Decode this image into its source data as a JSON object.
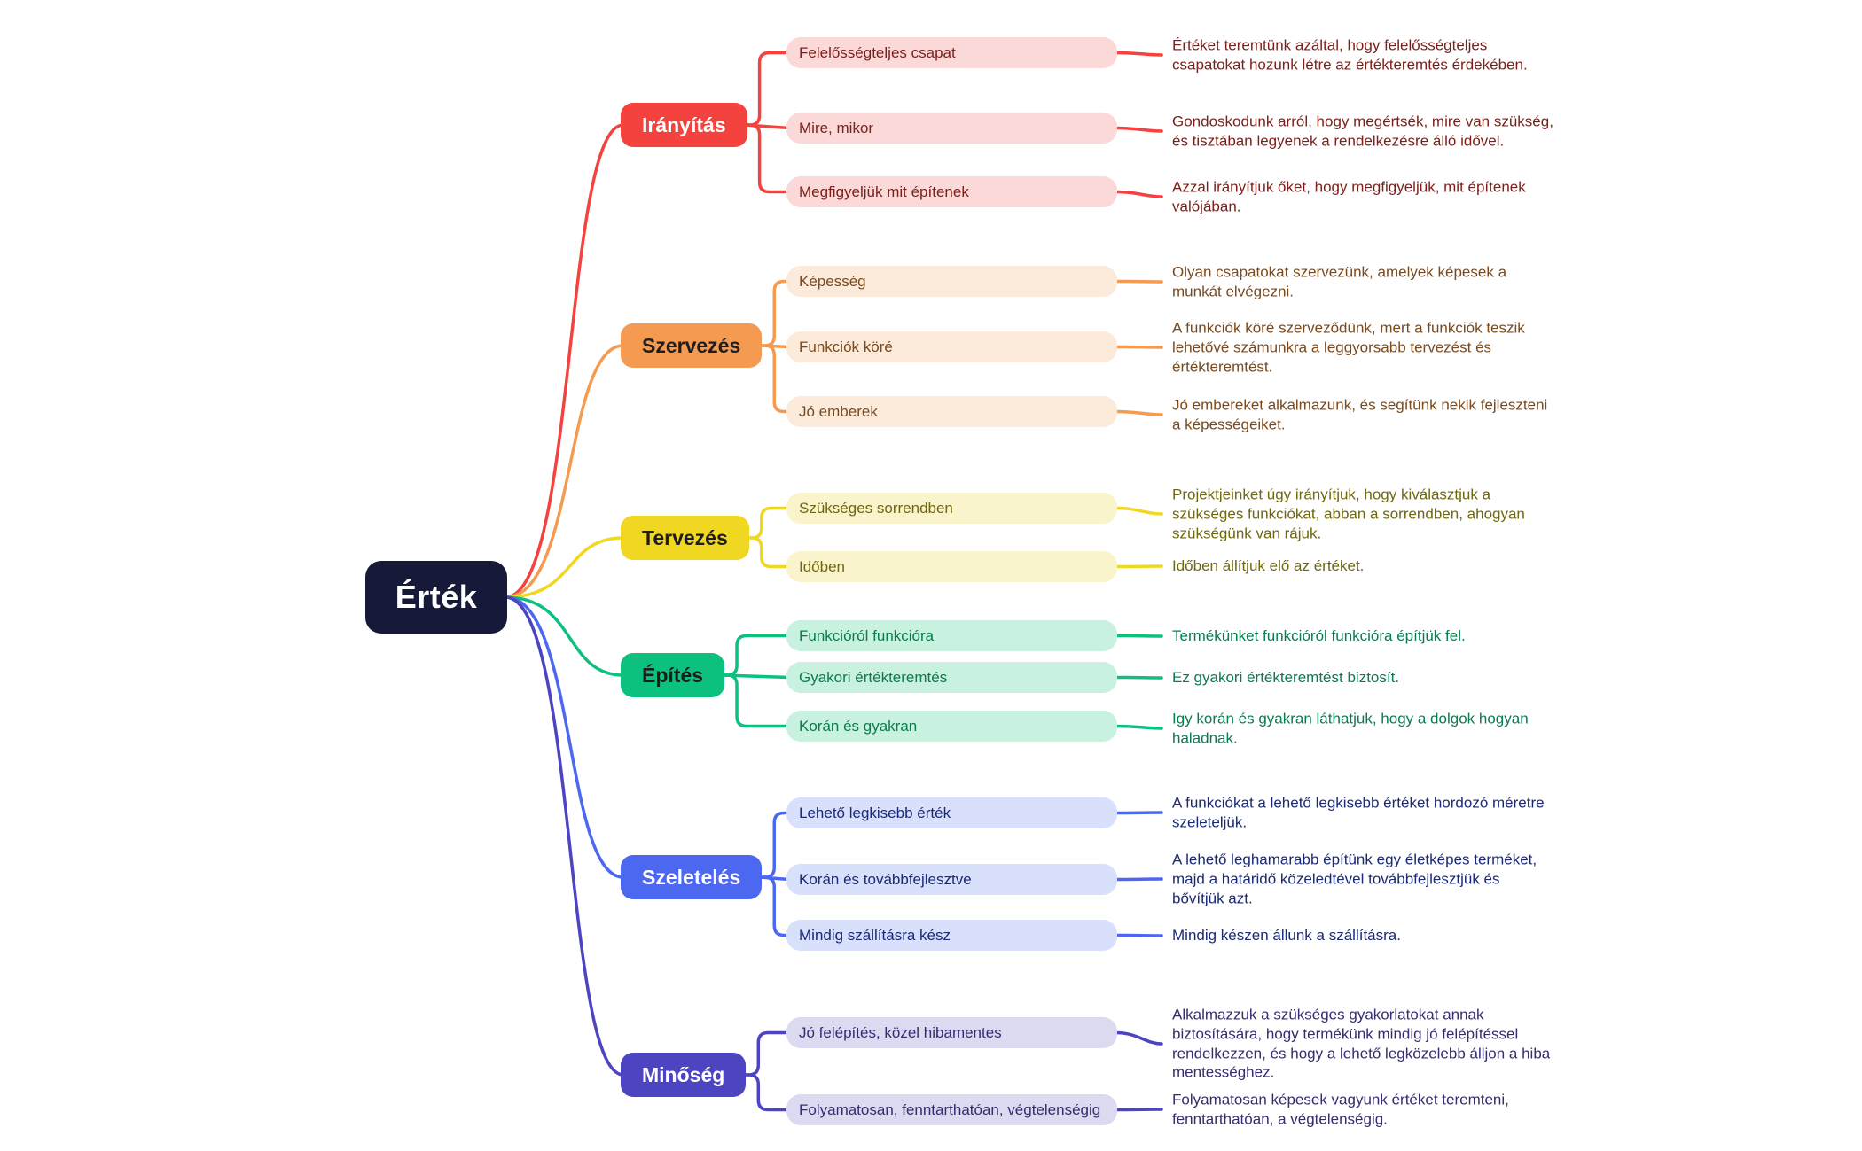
{
  "root": {
    "label": "Érték",
    "bg": "#161A38",
    "label_color": "#FFFFFF"
  },
  "branches": [
    {
      "label": "Irányítás",
      "color": "#F4433E",
      "light_color": "#FBD9D8",
      "dark_color": "#7C1F19",
      "label_color": "#FFFFFF",
      "children": [
        {
          "label": "Felelősségteljes csapat",
          "description": "Értéket teremtünk azáltal, hogy felelősségteljes csapatokat hozunk létre az értékteremtés érdekében."
        },
        {
          "label": "Mire, mikor",
          "description": "Gondoskodunk arról, hogy megértsék, mire van szükség, és tisztában legyenek a rendelkezésre álló idővel."
        },
        {
          "label": "Megfigyeljük mit építenek",
          "description": "Azzal irányítjuk őket, hogy megfigyeljük, mit építenek valójában."
        }
      ]
    },
    {
      "label": "Szervezés",
      "color": "#F49B51",
      "light_color": "#FCEBDB",
      "dark_color": "#7A4A1F",
      "label_color": "#1D1D1D",
      "children": [
        {
          "label": "Képesség",
          "description": "Olyan csapatokat szervezünk, amelyek képesek a munkát elvégezni."
        },
        {
          "label": "Funkciók köré",
          "description": "A funkciók köré szerveződünk, mert a funkciók teszik lehetővé számunkra a leggyorsabb tervezést és értékteremtést."
        },
        {
          "label": "Jó emberek",
          "description": "Jó embereket alkalmazunk, és segítünk nekik fejleszteni a képességeiket."
        }
      ]
    },
    {
      "label": "Tervezés",
      "color": "#F0D722",
      "light_color": "#FAF4CD",
      "dark_color": "#6F6712",
      "label_color": "#1D1D1D",
      "children": [
        {
          "label": "Szükséges sorrendben",
          "description": "Projektjeinket úgy irányítjuk, hogy kiválasztjuk a szükséges funkciókat, abban a sorrendben, ahogyan szükségünk van rájuk."
        },
        {
          "label": "Időben",
          "description": "Időben állítjuk elő az értéket."
        }
      ]
    },
    {
      "label": "Építés",
      "color": "#0CC07E",
      "light_color": "#C9F1E0",
      "dark_color": "#0A7C4E",
      "label_color": "#1D1D1D",
      "children": [
        {
          "label": "Funkcióról funkcióra",
          "description": "Termékünket funkcióról funkcióra építjük fel."
        },
        {
          "label": "Gyakori értékteremtés",
          "description": "Ez gyakori értékteremtést biztosít."
        },
        {
          "label": "Korán és gyakran",
          "description": "Igy korán és gyakran láthatjuk, hogy a dolgok hogyan haladnak."
        }
      ]
    },
    {
      "label": "Szeletelés",
      "color": "#4C67F0",
      "light_color": "#D8E0FB",
      "dark_color": "#1B2A75",
      "label_color": "#FFFFFF",
      "children": [
        {
          "label": "Lehető legkisebb érték",
          "description": "A funkciókat a lehető legkisebb értéket hordozó méretre szeleteljük."
        },
        {
          "label": "Korán és továbbfejlesztve",
          "description": "A lehető leghamarabb építünk egy életképes terméket, majd a határidő közeledtével továbbfejlesztjük és bővítjük azt."
        },
        {
          "label": "Mindig szállításra kész",
          "description": "Mindig készen állunk a szállításra."
        }
      ]
    },
    {
      "label": "Minőség",
      "color": "#4D44C1",
      "light_color": "#DBDAF0",
      "dark_color": "#332D72",
      "label_color": "#FFFFFF",
      "children": [
        {
          "label": "Jó felépítés, közel hibamentes",
          "description": "Alkalmazzuk a szükséges gyakorlatokat annak biztosítására, hogy termékünk mindig jó felépítéssel rendelkezzen, és hogy a lehető legközelebb álljon a hiba mentességhez."
        },
        {
          "label": "Folyamatosan, fenntarthatóan, végtelenségig",
          "description": "Folyamatosan képesek vagyunk értéket teremteni, fenntarthatóan, a végtelenségig."
        }
      ]
    }
  ]
}
